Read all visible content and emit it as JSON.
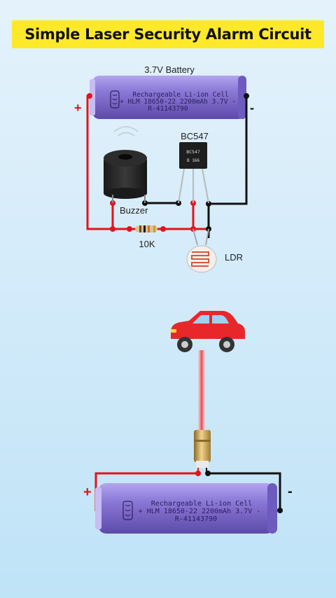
{
  "title": "Simple Laser Security Alarm Circuit",
  "labels": {
    "battery_top": "3.7V Battery",
    "transistor": "BC547",
    "transistor_mark1": "BC547",
    "transistor_mark2": "B 166",
    "buzzer": "Buzzer",
    "resistor": "10K",
    "ldr": "LDR",
    "plus": "+",
    "minus": "-"
  },
  "battery_text": {
    "line1": "Rechargeable Li-ion Cell",
    "line2": "+ HLM 18650-22 2200mAh 3.7V -",
    "line3": "R-41143790"
  },
  "colors": {
    "title_bg": "#fde92a",
    "battery": "#8a78d6",
    "wire_positive": "#e2141b",
    "wire_negative": "#111111",
    "laser": "#ff3b3b",
    "car": "#e8272b"
  },
  "icons": {
    "buzzer": "buzzer-icon",
    "transistor": "transistor-icon",
    "resistor": "resistor-icon",
    "ldr": "ldr-icon",
    "car": "car-icon",
    "laser": "laser-module-icon",
    "battery": "battery-icon"
  }
}
